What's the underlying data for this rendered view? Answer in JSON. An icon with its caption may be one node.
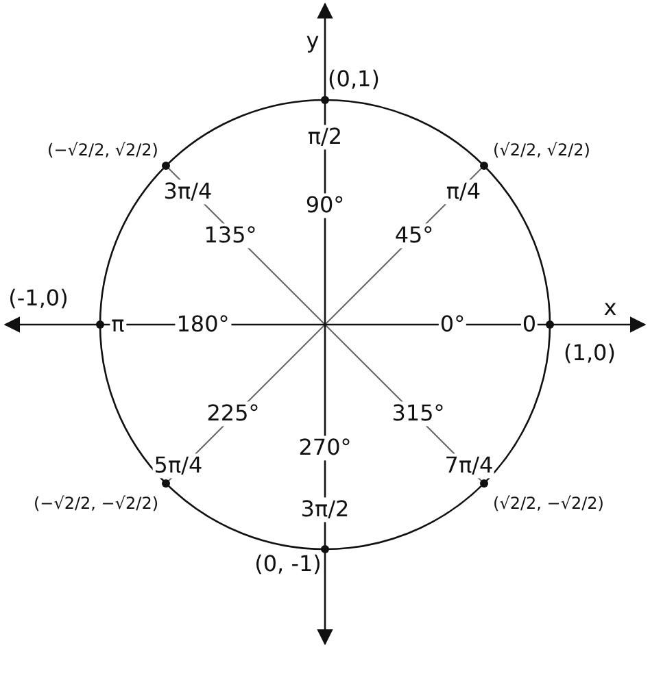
{
  "diagram": {
    "labels": [
      "y",
      "(0,1)",
      "(−√2/2, √2/2)",
      "(√2/2, √2/2)",
      "π/2",
      "3π/4",
      "π/4",
      "90°",
      "135°",
      "45°",
      "x",
      "(-1,0)",
      "π",
      "180°",
      "0°",
      "0",
      "(1,0)",
      "225°",
      "315°",
      "5π/4",
      "270°",
      "7π/4",
      "(−√2/2, −√2/2)",
      "3π/2",
      "(√2/2, −√2/2)",
      "(0, -1)"
    ]
  }
}
